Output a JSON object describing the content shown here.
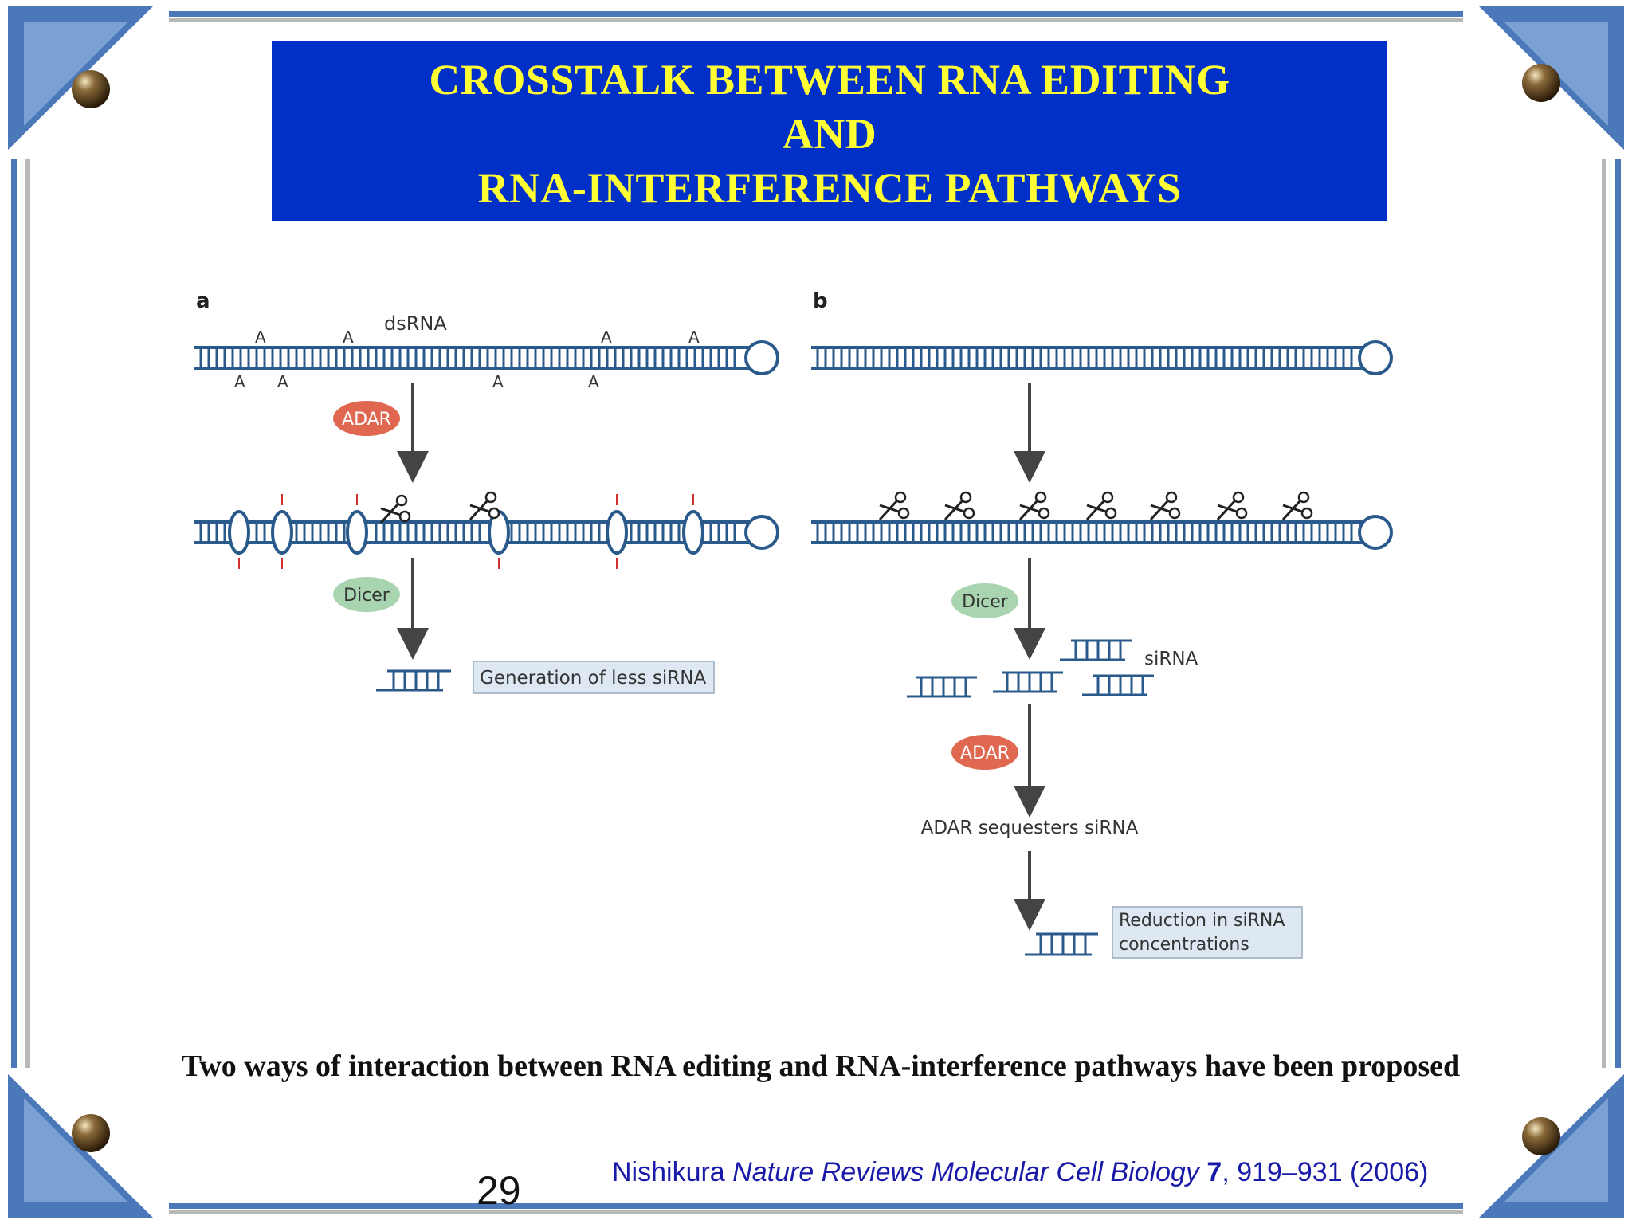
{
  "slide": {
    "title_lines": [
      "CROSSTALK BETWEEN RNA EDITING",
      "AND",
      "RNA-INTERFERENCE PATHWAYS"
    ],
    "caption": "Two ways of interaction between RNA editing and RNA-interference pathways have been proposed",
    "page_number": "29",
    "citation": {
      "author": "Nishikura ",
      "journal": "Nature Reviews Molecular Cell Biology",
      "sep": " ",
      "volume": "7",
      "rest": ", 919–931 (2006)"
    }
  },
  "figure": {
    "panel_a": {
      "label": "a",
      "dsrna_label": "dsRNA",
      "edit_letter": "A",
      "enzyme_1": "ADAR",
      "enzyme_2": "Dicer",
      "outcome": "Generation of less siRNA"
    },
    "panel_b": {
      "label": "b",
      "enzyme_1": "Dicer",
      "sirna_label": "siRNA",
      "enzyme_2": "ADAR",
      "step_text": "ADAR sequesters siRNA",
      "outcome_line1": "Reduction in siRNA",
      "outcome_line2": "concentrations"
    },
    "colors": {
      "rna": "#2a5a8c",
      "adar": "#e06850",
      "dicer": "#a8d4b0",
      "outcome_box": "#dde8f2",
      "edit_marks": "#d03030",
      "arrow": "#444444"
    }
  },
  "theme": {
    "title_bg": "#0030c8",
    "title_text": "#ffff33",
    "frame": "#4a78b8"
  }
}
